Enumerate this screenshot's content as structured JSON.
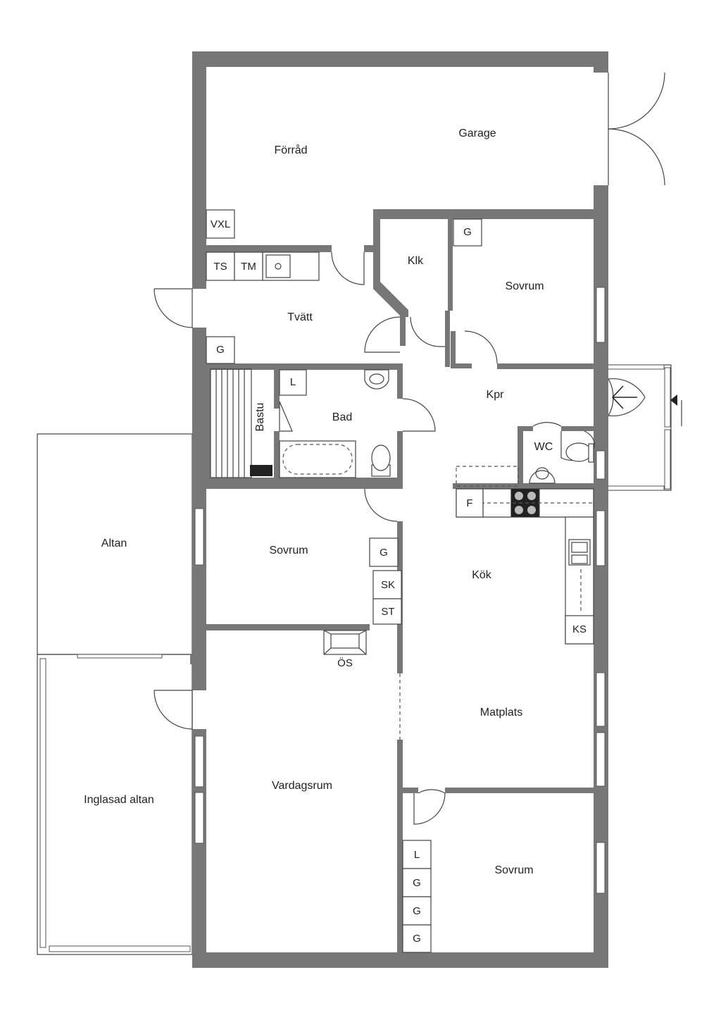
{
  "rooms": {
    "forrad": "Förråd",
    "garage": "Garage",
    "klk": "Klk",
    "sovrum_top": "Sovrum",
    "tvatt": "Tvätt",
    "kpr": "Kpr",
    "bastu": "Bastu",
    "bad": "Bad",
    "wc": "WC",
    "altan": "Altan",
    "sovrum_mid": "Sovrum",
    "kok": "Kök",
    "matplats": "Matplats",
    "inglasad_altan": "Inglasad altan",
    "vardagsrum": "Vardagsrum",
    "sovrum_bottom": "Sovrum"
  },
  "fixtures": {
    "vxl": "VXL",
    "ts": "TS",
    "tm": "TM",
    "g_tvatt": "G",
    "g_sovrum_top": "G",
    "l_bad": "L",
    "f_kok": "F",
    "g_sovrum_mid": "G",
    "sk": "SK",
    "st": "ST",
    "ks": "KS",
    "os": "ÖS",
    "l_bottom": "L",
    "g_bottom_1": "G",
    "g_bottom_2": "G",
    "g_bottom_3": "G"
  }
}
